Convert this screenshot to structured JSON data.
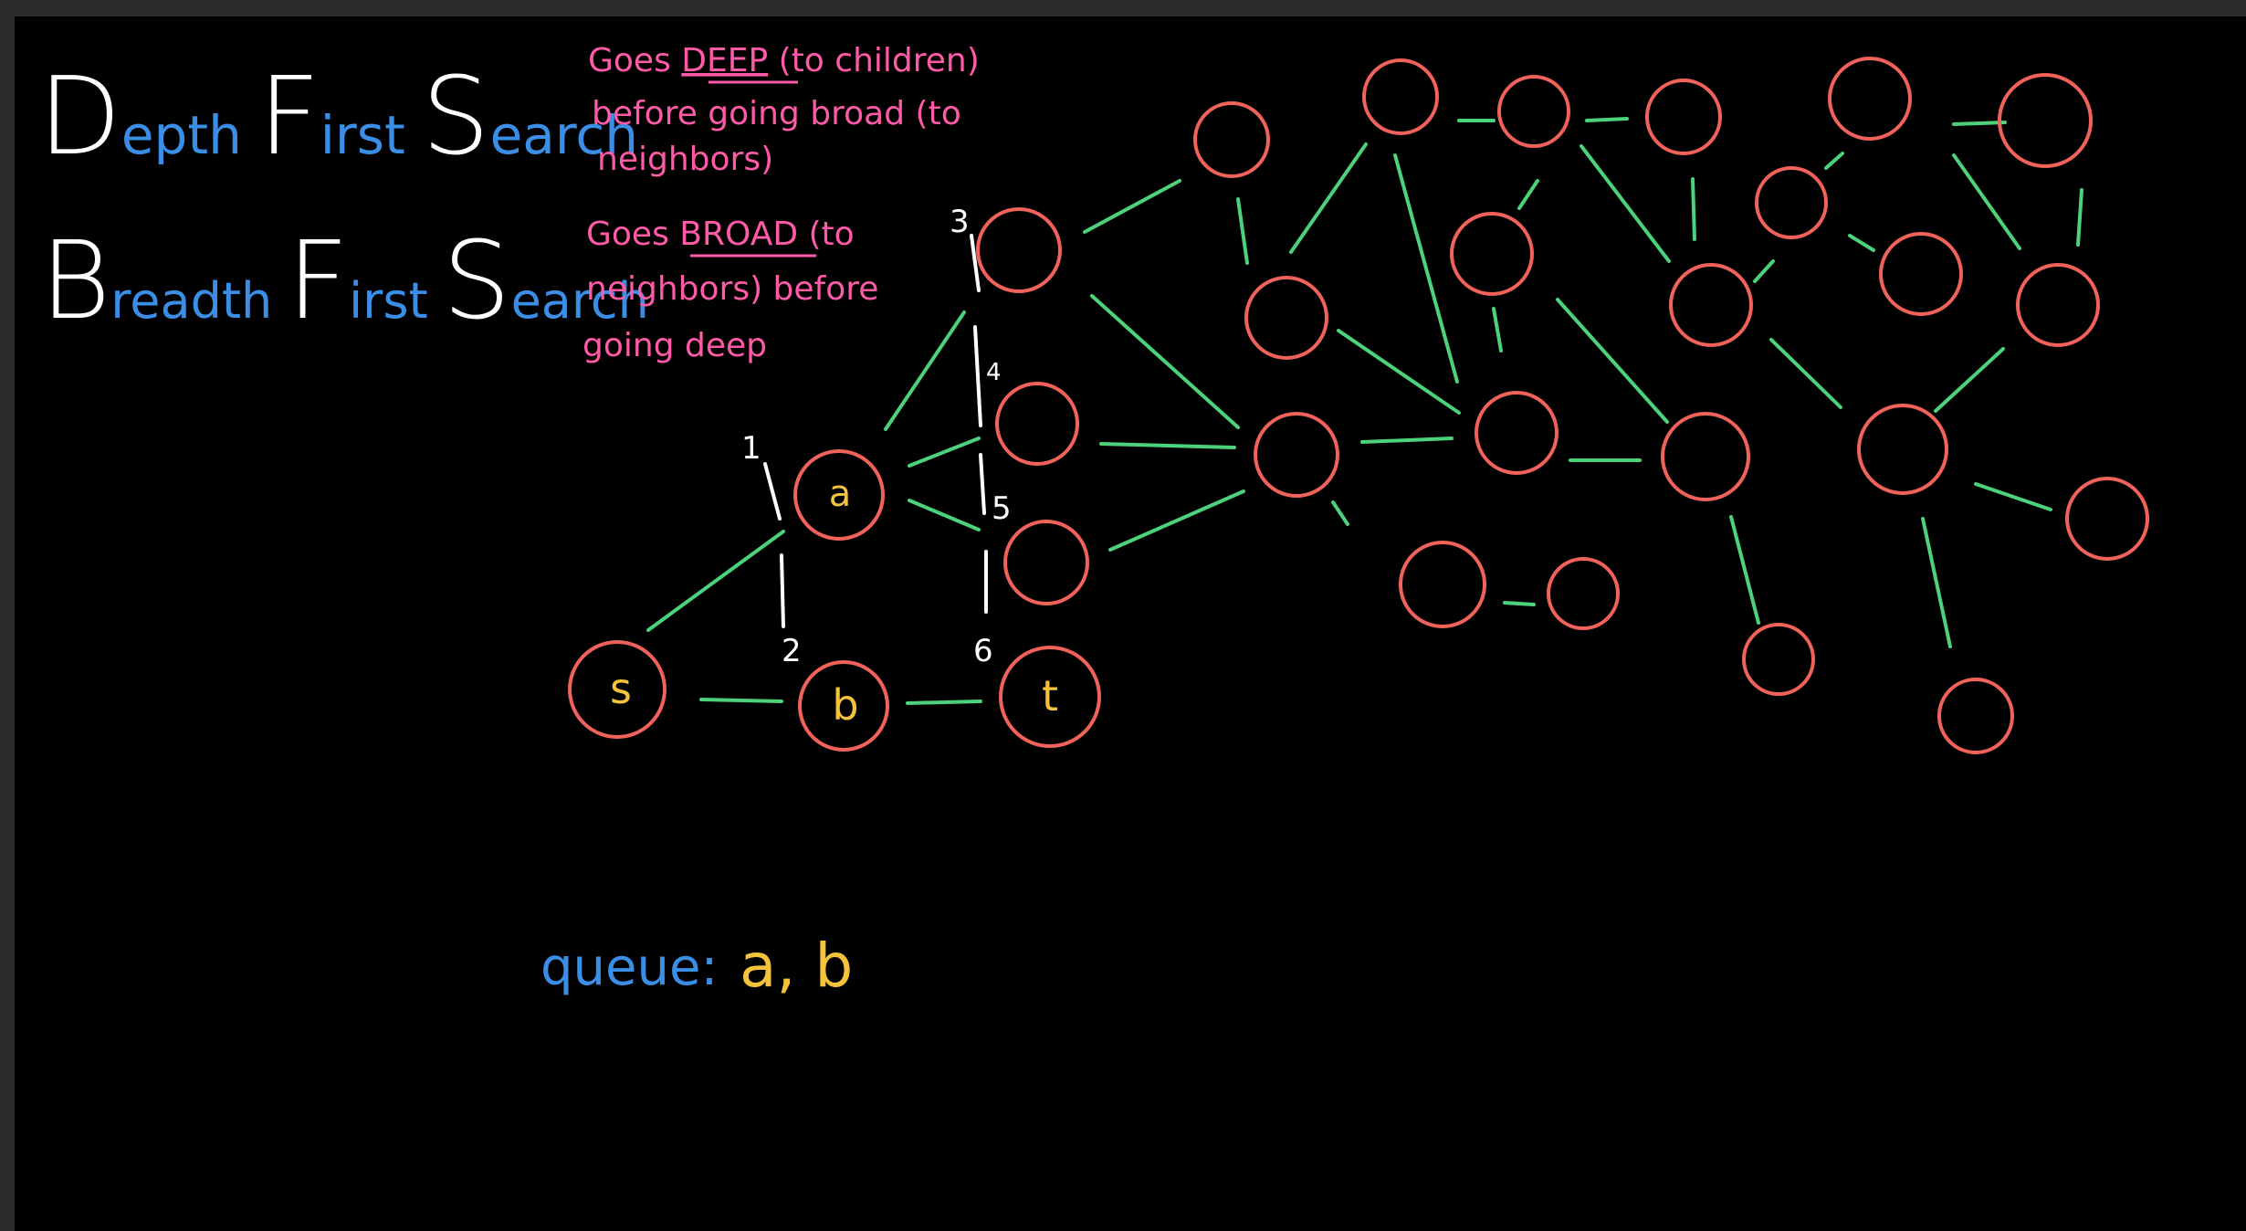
{
  "colors": {
    "white": "#ffffff",
    "blue": "#3a8ee6",
    "pink": "#ff5aa8",
    "node": "#f0625a",
    "edge": "#4cd27a",
    "yellow": "#f5c33b",
    "background": "#000000"
  },
  "titles": {
    "dfs": [
      {
        "big": "D",
        "small": "epth"
      },
      {
        "big": "F",
        "small": "irst"
      },
      {
        "big": "S",
        "small": "earch"
      }
    ],
    "bfs": [
      {
        "big": "B",
        "small": "readth"
      },
      {
        "big": "F",
        "small": "irst"
      },
      {
        "big": "S",
        "small": "earch"
      }
    ]
  },
  "notes": {
    "dfs": {
      "line1_pre": "Goes ",
      "line1_em": "DEEP",
      "line1_post": " (to children)",
      "line2": "before going broad (to",
      "line3": "neighbors)"
    },
    "bfs": {
      "line1_pre": "Goes ",
      "line1_em": "BROAD",
      "line1_post": " (to",
      "line2": "neighbors) before",
      "line3": "going deep"
    }
  },
  "node_labels": {
    "s": "s",
    "a": "a",
    "b": "b",
    "t": "t"
  },
  "order_labels": [
    "1",
    "2",
    "3",
    "4",
    "5",
    "6"
  ],
  "queue": {
    "label": "queue:",
    "items": "a, b"
  }
}
